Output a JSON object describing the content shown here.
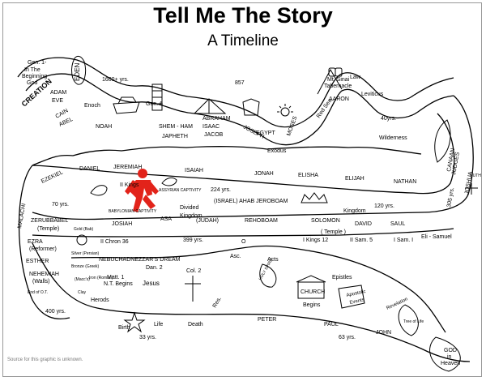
{
  "title": "Tell Me The Story",
  "subtitle": "A Timeline",
  "source_note": "Source for this graphic is unknown.",
  "colors": {
    "line": "#000000",
    "highlight": "#e2231a",
    "background": "#ffffff"
  },
  "labels": {
    "gen1": "Gen. 1-",
    "in_the": "In The",
    "beginning": "Beginning",
    "god": "God",
    "creation": "CREATION",
    "eden": "EDEN",
    "adam": "ADAM",
    "eve": "EVE",
    "cain": "CAIN",
    "abel": "ABEL",
    "enoch": "Enoch",
    "noah": "NOAH",
    "gen6": "Gen. 6",
    "yrs1600": "1600+ yrs.",
    "n857": "857",
    "shem_ham": "SHEM - HAM",
    "japheth": "JAPHETH",
    "abraham": "ABRAHAM",
    "isaac": "ISAAC",
    "jacob": "JACOB",
    "joseph": "JOSEPH",
    "egypt": "EGYPT",
    "moses": "MOSES",
    "red_sea": "Red Sea",
    "exodus": "Exodus",
    "mt_sinai": "Mt. Sinai",
    "tabernacle": "Tabernacle",
    "law": "Law",
    "aaron": "AARON",
    "leviticus": "Leviticus",
    "yrs40": "40yrs.",
    "wilderness": "Wilderness",
    "joshua": "JOSHUA",
    "judges": "JUDGES",
    "canaan": "CANAAN",
    "ezekiel": "EZEKIEL",
    "daniel": "DANIEL",
    "jeremiah": "JEREMIAH",
    "isaiah": "ISAIAH",
    "jonah": "JONAH",
    "elisha": "ELISHA",
    "elijah": "ELIJAH",
    "nathan": "NATHAN",
    "ii_kings": "II Kings",
    "assyrian_captivity": "ASSYRIAN CAPTIVITY",
    "yrs224": "224 yrs.",
    "israel_ahab_jeroboam": "(ISRAEL) AHAB JEROBOAM",
    "divided": "Divided",
    "kingdom": "Kingdom",
    "kingdom2": "Kingdom",
    "yrs120": "120 yrs.",
    "yrs70": "70 yrs.",
    "babylonian_captivity": "BABYLONIAN CAPTIVITY",
    "josiah": "JOSIAH",
    "asa": "ASA",
    "judah": "(JUDAH)",
    "rehoboam": "REHOBOAM",
    "solomon": "SOLOMON",
    "david": "DAVID",
    "saul": "SAUL",
    "yrs305": "305 yrs.",
    "ruth": "RUTH",
    "eli_samuel": "Eli - Samuel",
    "malachi": "MALACHI",
    "zerubbabel": "ZERUBBABEL",
    "temple": "(Temple)",
    "ezra": "EZRA",
    "reformer": "(Reformer)",
    "esther": "ESTHER",
    "nehemiah": "NEHEMIAH",
    "walls": "(Walls)",
    "end_of_ot": "End of O.T.",
    "gold_bab": "Gold (Bab)",
    "silver_persian": "Silver (Persian)",
    "bronze_greek": "Bronze (Greek)",
    "iron_roman": "Iron (Roman)",
    "clay": "Clay",
    "maccs": "(Macc's)",
    "ii_chron36": "II Chron 36",
    "yrs399": "399 yrs.",
    "i_kings12": "I Kings 12",
    "temple2": "( Temple )",
    "ii_sam5": "II Sam. 5",
    "i_sam1": "I Sam. I",
    "nebuchadnezzar": "NEBUCHADNEZZAR'S DREAM",
    "dan2": "Dan. 2",
    "o": "O",
    "matt1": "Matt. 1",
    "nt_begins": "N.T. Begins",
    "herods": "Herods",
    "jesus": "Jesus",
    "col2": "Col. 2",
    "asc": "Asc.",
    "acts": "Acts",
    "holy_spirit": "HOLY SPIRIT",
    "church": "CHURCH",
    "begins": "Begins",
    "epistles": "Epistles",
    "apostolic": "Apostolic",
    "events": "Events",
    "revelation": "Revelation",
    "tree_of_life": "Tree of Life",
    "god_in_heaven_1": "GOD",
    "god_in_heaven_2": "in",
    "god_in_heaven_3": "Heaven",
    "birth": "Birth",
    "life": "Life",
    "death": "Death",
    "res": "Res.",
    "peter": "PETER",
    "paul": "PAUL",
    "john": "JOHN",
    "yrs33": "33 yrs.",
    "yrs63": "63 yrs.",
    "yrs400": "400 yrs."
  }
}
